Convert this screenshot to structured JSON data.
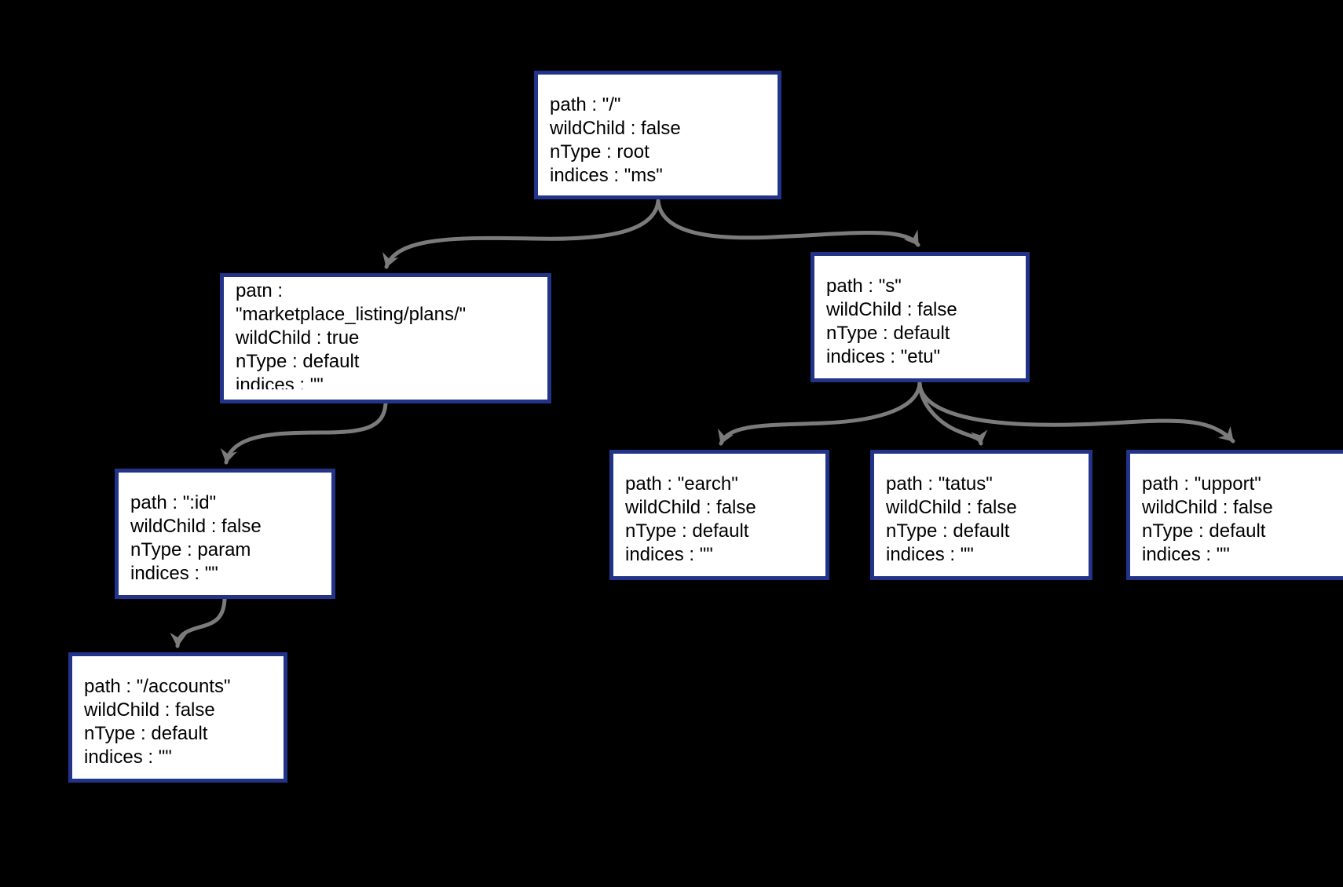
{
  "diagram": {
    "type": "tree",
    "colors": {
      "background": "#000000",
      "node_border": "#213489",
      "node_fill": "#ffffff",
      "edge": "#7b7b7b",
      "text": "#000000"
    },
    "nodes": [
      {
        "id": "root",
        "lines": [
          "path : \"/\"",
          "wildChild : false",
          "nType : root",
          "indices : \"ms\""
        ]
      },
      {
        "id": "marketplace_listing_plans",
        "lines": [
          "path :",
          "\"marketplace_listing/plans/\"",
          "wildChild : true",
          "nType : default",
          "indices : \"\""
        ]
      },
      {
        "id": "s",
        "lines": [
          "path : \"s\"",
          "wildChild : false",
          "nType : default",
          "indices : \"etu\""
        ]
      },
      {
        "id": "id_param",
        "lines": [
          "path : \":id\"",
          "wildChild : false",
          "nType : param",
          "indices : \"\""
        ]
      },
      {
        "id": "accounts",
        "lines": [
          "path : \"/accounts\"",
          "wildChild : false",
          "nType : default",
          "indices : \"\""
        ]
      },
      {
        "id": "earch",
        "lines": [
          "path : \"earch\"",
          "wildChild : false",
          "nType : default",
          "indices : \"\""
        ]
      },
      {
        "id": "tatus",
        "lines": [
          "path : \"tatus\"",
          "wildChild : false",
          "nType : default",
          "indices : \"\""
        ]
      },
      {
        "id": "upport",
        "lines": [
          "path : \"upport\"",
          "wildChild : false",
          "nType : default",
          "indices : \"\""
        ]
      }
    ],
    "edges": [
      {
        "from": "root",
        "to": "marketplace_listing_plans"
      },
      {
        "from": "root",
        "to": "s"
      },
      {
        "from": "marketplace_listing_plans",
        "to": "id_param"
      },
      {
        "from": "id_param",
        "to": "accounts"
      },
      {
        "from": "s",
        "to": "earch"
      },
      {
        "from": "s",
        "to": "tatus"
      },
      {
        "from": "s",
        "to": "upport"
      }
    ]
  }
}
